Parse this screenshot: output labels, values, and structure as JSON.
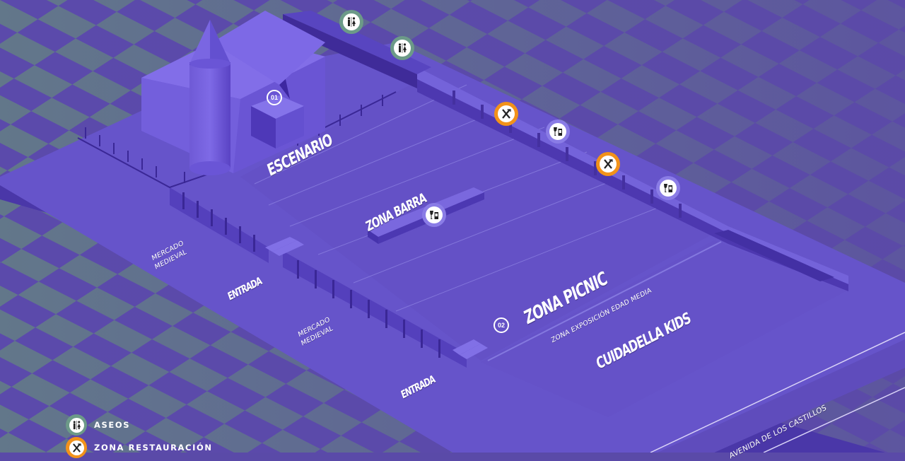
{
  "map": {
    "zones": [
      {
        "id": "escenario",
        "label": "ESCENARIO",
        "number": "01"
      },
      {
        "id": "zona-barra",
        "label": "ZONA BARRA"
      },
      {
        "id": "zona-picnic",
        "label": "ZONA PICNIC",
        "number": "02"
      },
      {
        "id": "zona-exposicion",
        "label": "ZONA EXPOSICIÓN EDAD MEDIA"
      },
      {
        "id": "cuidadella-kids",
        "label": "CUIDADELLA KIDS"
      }
    ],
    "markets": [
      {
        "line1": "MERCADO",
        "line2": "MEDIEVAL"
      },
      {
        "line1": "MERCADO",
        "line2": "MEDIEVAL"
      }
    ],
    "entrances": [
      "ENTRADA",
      "ENTRADA"
    ],
    "street": "AVENIDA DE LOS CASTILLOS",
    "pins": [
      {
        "type": "aseos",
        "icon": "restroom-icon"
      },
      {
        "type": "aseos",
        "icon": "restroom-icon"
      },
      {
        "type": "restauracion",
        "icon": "fork-knife-icon"
      },
      {
        "type": "barra",
        "icon": "drinks-icon"
      },
      {
        "type": "restauracion",
        "icon": "fork-knife-icon"
      },
      {
        "type": "barra",
        "icon": "drinks-icon"
      },
      {
        "type": "barra",
        "icon": "drinks-icon"
      }
    ]
  },
  "legend": {
    "items": [
      {
        "label": "ASEOS",
        "icon": "restroom-icon"
      },
      {
        "label": "ZONA RESTAURACIÓN",
        "icon": "fork-knife-icon"
      }
    ]
  },
  "colors": {
    "ground_purple": "#5a4aa8",
    "ground_gray": "#64788a",
    "platform": "#6453c8",
    "platform_top": "#6a58d0",
    "platform_side": "#4a36a8",
    "aseos": "#6c9a88",
    "restauracion": "#f2921a",
    "barra": "#8a7ce6"
  }
}
